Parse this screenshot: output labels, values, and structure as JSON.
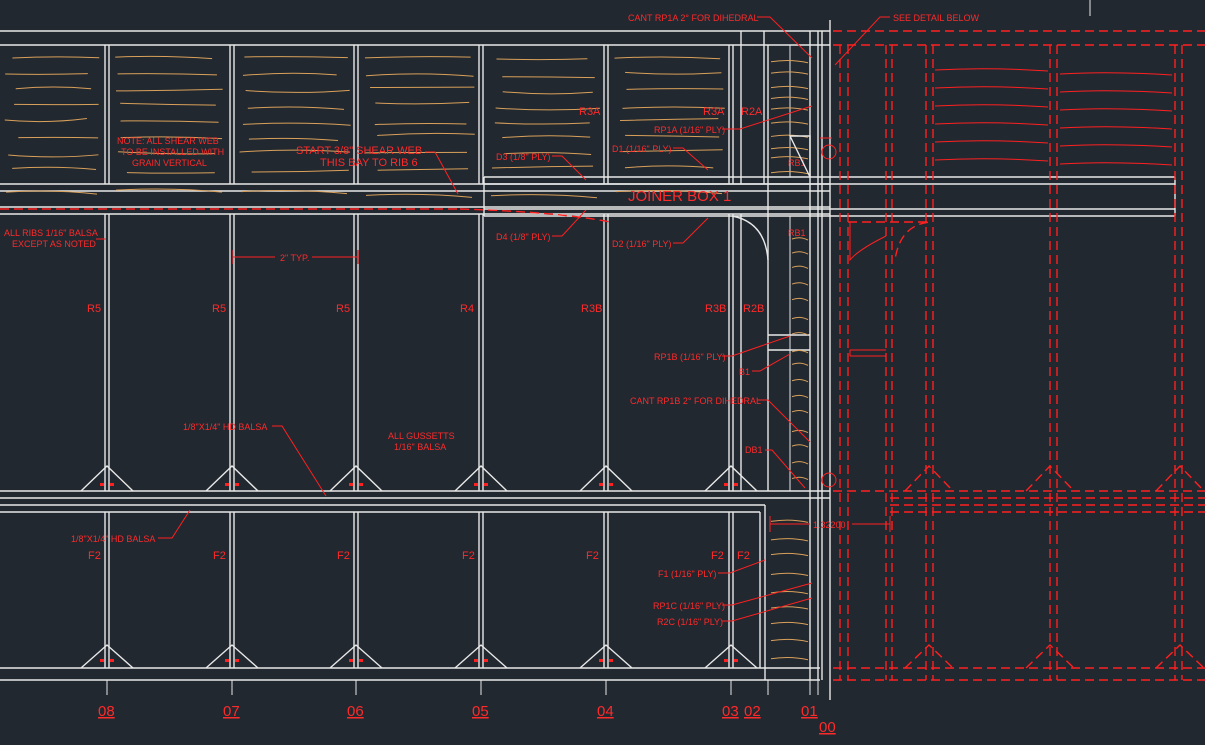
{
  "drawing": {
    "background": "#212830",
    "structure_color": "#e8e8e8",
    "annotation_color": "#ff2a2a",
    "grain_color": "#d9a05a",
    "title": "JOINER BOX 1",
    "callouts": {
      "cant_rp1a": "CANT RP1A 2° FOR DIHEDRAL",
      "see_detail": "SEE DETAIL BELOW",
      "note_1": "NOTE:  ALL SHEAR WEB",
      "note_2": "TO BE INSTALLED WITH",
      "note_3": "GRAIN VERTICAL",
      "start_web_1": "START 3/8\" SHEAR WEB",
      "start_web_2": "THIS BAY TO RIB 6",
      "d3": "D3 (1/8\" PLY)",
      "d1": "D1 (1/16\" PLY)",
      "rp1a": "RP1A (1/16\" PLY)",
      "d4": "D4 (1/8\" PLY)",
      "d2": "D2 (1/16\" PLY)",
      "ribs_1": "ALL RIBS 1/16\" BALSA",
      "ribs_2": "EXCEPT AS NOTED",
      "typ": "2\" TYP.",
      "rp1b": "RP1B (1/16\" PLY)",
      "b1": "B1",
      "cant_rp1b": "CANT RP1B 2° FOR DIHEDRAL",
      "db1": "DB1",
      "hd_balsa_top": "1/8\"X1/4\" HD BALSA",
      "gussets_1": "ALL GUSSETTS",
      "gussets_2": "1/16\" BALSA",
      "hd_balsa_bottom": "1/8\"X1/4\" HD BALSA",
      "f1": "F1 (1/16\" PLY)",
      "rp1c": "RP1C (1/16\" PLY)",
      "r2c": "R2C (1/16\" PLY)",
      "dim": "1.32200",
      "rb1_top": "RB1",
      "rb1_bottom": "RB1"
    },
    "rib_labels_top": [
      "R3A",
      "R3A",
      "R2A"
    ],
    "rib_labels_mid": [
      "R5",
      "R5",
      "R5",
      "R4",
      "R3B",
      "R3B",
      "R2B"
    ],
    "rib_labels_bottom": [
      "F2",
      "F2",
      "F2",
      "F2",
      "F2",
      "F2",
      "F2"
    ],
    "stations": [
      "08",
      "07",
      "06",
      "05",
      "04",
      "03",
      "02",
      "01",
      "00"
    ]
  }
}
